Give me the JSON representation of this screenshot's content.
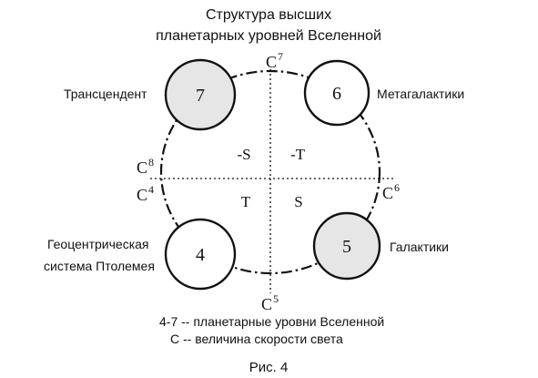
{
  "title": {
    "line1": "Структура высших",
    "line2": "планетарных уровней Вселенной"
  },
  "levels": [
    {
      "number": "7",
      "label_lines": [
        "Трансцендент"
      ],
      "fill": "#e6e6e6"
    },
    {
      "number": "6",
      "label_lines": [
        "Метагалактики"
      ],
      "fill": "#ffffff"
    },
    {
      "number": "4",
      "label_lines": [
        "Геоцентрическая",
        "система Птолемея"
      ],
      "fill": "#ffffff"
    },
    {
      "number": "5",
      "label_lines": [
        "Галактики"
      ],
      "fill": "#e6e6e6"
    }
  ],
  "speed_labels": {
    "top": {
      "base": "C",
      "exp": "7"
    },
    "left_upper": {
      "base": "C",
      "exp": "8"
    },
    "left_lower": {
      "base": "C",
      "exp": "4"
    },
    "right": {
      "base": "C",
      "exp": "6"
    },
    "bottom": {
      "base": "C",
      "exp": "5"
    }
  },
  "quadrants": {
    "top_left": "-S",
    "top_right": "-T",
    "bottom_left": "T",
    "bottom_right": "S"
  },
  "legend": {
    "line1": "4-7 -- планетарные уровни Вселенной",
    "line2": "С -- величина скорости света"
  },
  "caption": "Рис. 4"
}
